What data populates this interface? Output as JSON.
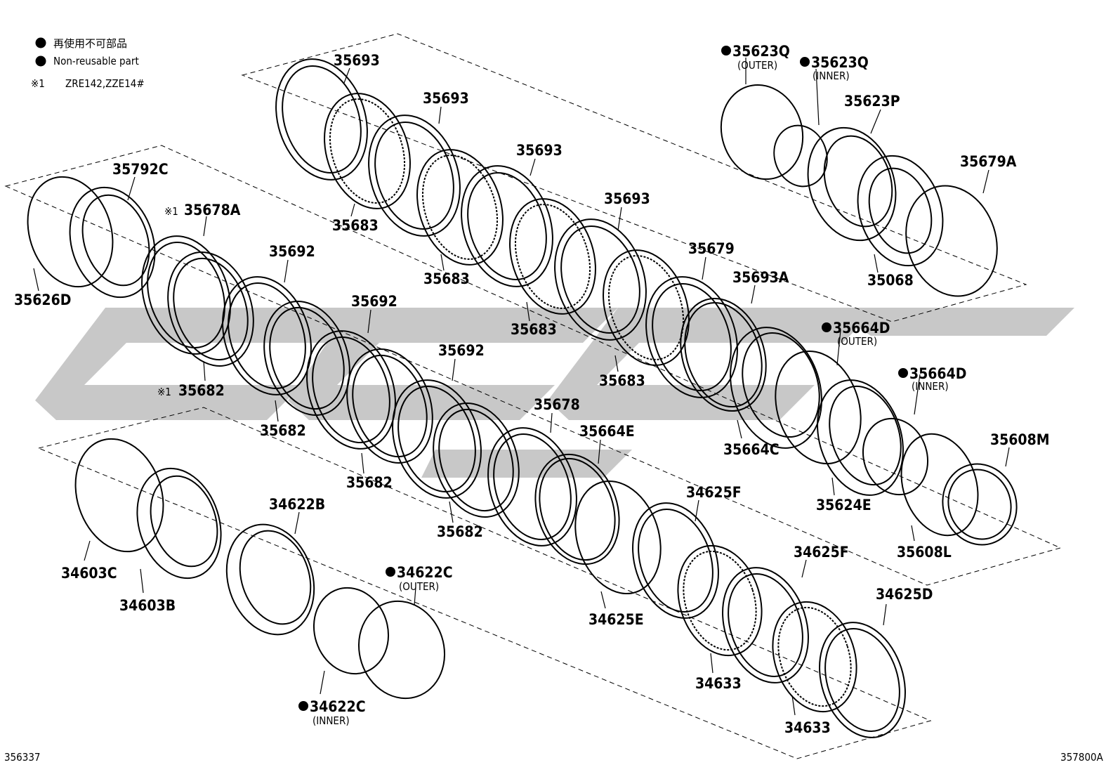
{
  "legend": {
    "jp": "再使用不可部品",
    "en": "Non-reusable part",
    "note_mark": "※1",
    "note_text": "ZRE142,ZZE14#"
  },
  "labels": [
    {
      "id": "35693-a",
      "text": "35693"
    },
    {
      "id": "35693-b",
      "text": "35693"
    },
    {
      "id": "35693-c",
      "text": "35693"
    },
    {
      "id": "35693-d",
      "text": "35693"
    },
    {
      "id": "35683-a",
      "text": "35683"
    },
    {
      "id": "35683-b",
      "text": "35683"
    },
    {
      "id": "35683-c",
      "text": "35683"
    },
    {
      "id": "35683-d",
      "text": "35683"
    },
    {
      "id": "35679",
      "text": "35679"
    },
    {
      "id": "35693A",
      "text": "35693A"
    },
    {
      "id": "35792C",
      "text": "35792C"
    },
    {
      "id": "35678A",
      "text": "35678A"
    },
    {
      "id": "35626D",
      "text": "35626D"
    },
    {
      "id": "35692-a",
      "text": "35692"
    },
    {
      "id": "35692-b",
      "text": "35692"
    },
    {
      "id": "35692-c",
      "text": "35692"
    },
    {
      "id": "35682-a",
      "text": "35682"
    },
    {
      "id": "35682-b",
      "text": "35682"
    },
    {
      "id": "35682-c",
      "text": "35682"
    },
    {
      "id": "35682-d",
      "text": "35682"
    },
    {
      "id": "35678",
      "text": "35678"
    },
    {
      "id": "35664E",
      "text": "35664E"
    },
    {
      "id": "35664C",
      "text": "35664C"
    },
    {
      "id": "35624E",
      "text": "35624E"
    },
    {
      "id": "35608M",
      "text": "35608M"
    },
    {
      "id": "35608L",
      "text": "35608L"
    },
    {
      "id": "35623P",
      "text": "35623P"
    },
    {
      "id": "35679A",
      "text": "35679A"
    },
    {
      "id": "35068",
      "text": "35068"
    },
    {
      "id": "34622B",
      "text": "34622B"
    },
    {
      "id": "34603C",
      "text": "34603C"
    },
    {
      "id": "34603B",
      "text": "34603B"
    },
    {
      "id": "34625F-a",
      "text": "34625F"
    },
    {
      "id": "34625F-b",
      "text": "34625F"
    },
    {
      "id": "34625E",
      "text": "34625E"
    },
    {
      "id": "34633-a",
      "text": "34633"
    },
    {
      "id": "34633-b",
      "text": "34633"
    },
    {
      "id": "34625D",
      "text": "34625D"
    }
  ],
  "marked_labels": [
    {
      "id": "35623Q-outer",
      "text": "35623Q",
      "sub": "(OUTER)"
    },
    {
      "id": "35623Q-inner",
      "text": "35623Q",
      "sub": "(INNER)"
    },
    {
      "id": "35664D-outer",
      "text": "35664D",
      "sub": "(OUTER)"
    },
    {
      "id": "35664D-inner",
      "text": "35664D",
      "sub": "(INNER)"
    },
    {
      "id": "34622C-outer",
      "text": "34622C",
      "sub": "(OUTER)"
    },
    {
      "id": "34622C-inner",
      "text": "34622C",
      "sub": "(INNER)"
    }
  ],
  "note_mark": "※1",
  "footer": {
    "left": "356337",
    "right": "357800A"
  },
  "colors": {
    "ink": "#000000",
    "watermark": "#c8c8c8"
  }
}
